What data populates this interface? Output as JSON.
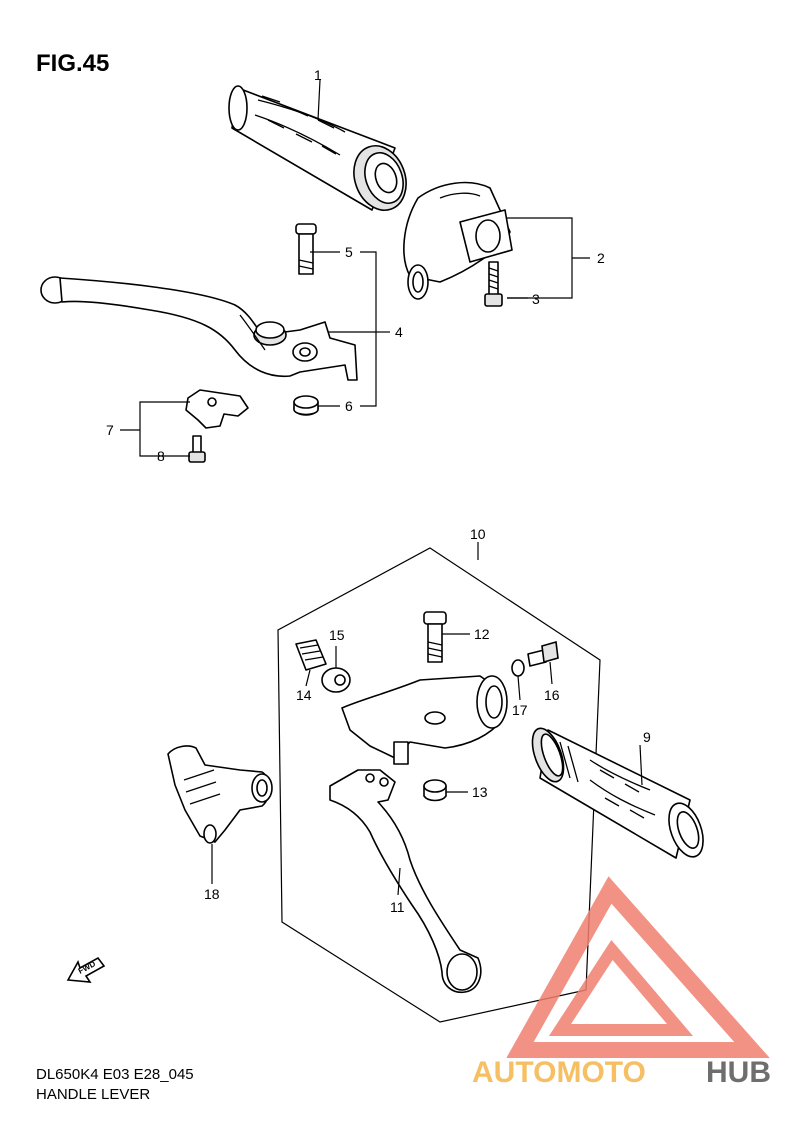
{
  "figure": {
    "title": "FIG.45"
  },
  "footer": {
    "code": "DL650K4 E03 E28_045",
    "name": "HANDLE LEVER"
  },
  "fwd_label": "FWD",
  "callouts": {
    "c1": "1",
    "c2": "2",
    "c3": "3",
    "c4": "4",
    "c5": "5",
    "c6": "6",
    "c7": "7",
    "c8": "8",
    "c9": "9",
    "c10": "10",
    "c11": "11",
    "c12": "12",
    "c13": "13",
    "c14": "14",
    "c15": "15",
    "c16": "16",
    "c17": "17",
    "c18": "18"
  },
  "watermark": {
    "part1": "AUTOMOTO",
    "part2": "HUB",
    "color_primary": "#f08070",
    "color_secondary": "#555555",
    "color_accent": "#f5b54a"
  }
}
